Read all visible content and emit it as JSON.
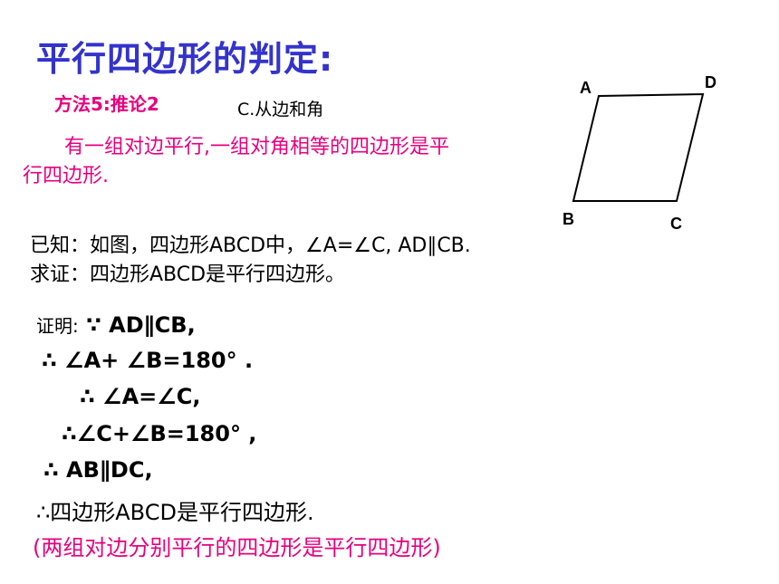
{
  "title": "平行四边形的判定:",
  "method_label": "方法5:推论2",
  "sub_label": "C.从边和角",
  "theorem": {
    "line1": "有一组对边平行,一组对角相等的四边形是平",
    "line2": "行四边形."
  },
  "given": {
    "line1": "已知：如图，四边形ABCD中，∠A=∠C, AD∥CB.",
    "line2": "求证：四边形ABCD是平行四边形。"
  },
  "proof": {
    "label": "证明:",
    "step1": "∵  AD∥CB,",
    "step2": "∴ ∠A+ ∠B=180°  .",
    "step3": "∴ ∠A=∠C,",
    "step4": "∴∠C+∠B=180°  ,",
    "step5": "∴  AB∥DC,"
  },
  "conclusion": "∴四边形ABCD是平行四边形.",
  "note": "(两组对边分别平行的四边形是平行四边形)",
  "figure": {
    "vertices": [
      "A",
      "B",
      "C",
      "D"
    ]
  },
  "colors": {
    "title": "#3333cc",
    "accent": "#e6007e",
    "text": "#000000"
  }
}
